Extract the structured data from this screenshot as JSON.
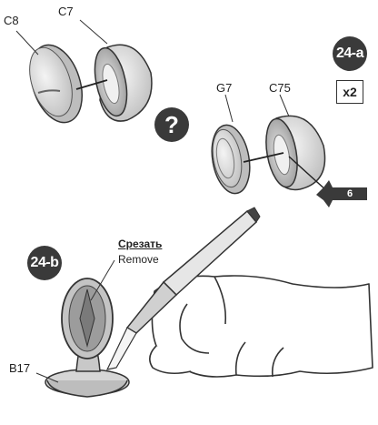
{
  "steps": {
    "a": {
      "label": "24-a",
      "quantity": "x2"
    },
    "b": {
      "label": "24-b"
    }
  },
  "parts": {
    "c8": "C8",
    "c7": "C7",
    "g7": "G7",
    "c75": "C75",
    "b17": "B17"
  },
  "help_symbol": "?",
  "reference_step": "6",
  "cut_instruction": {
    "ru": "Срезать",
    "en": "Remove"
  }
}
